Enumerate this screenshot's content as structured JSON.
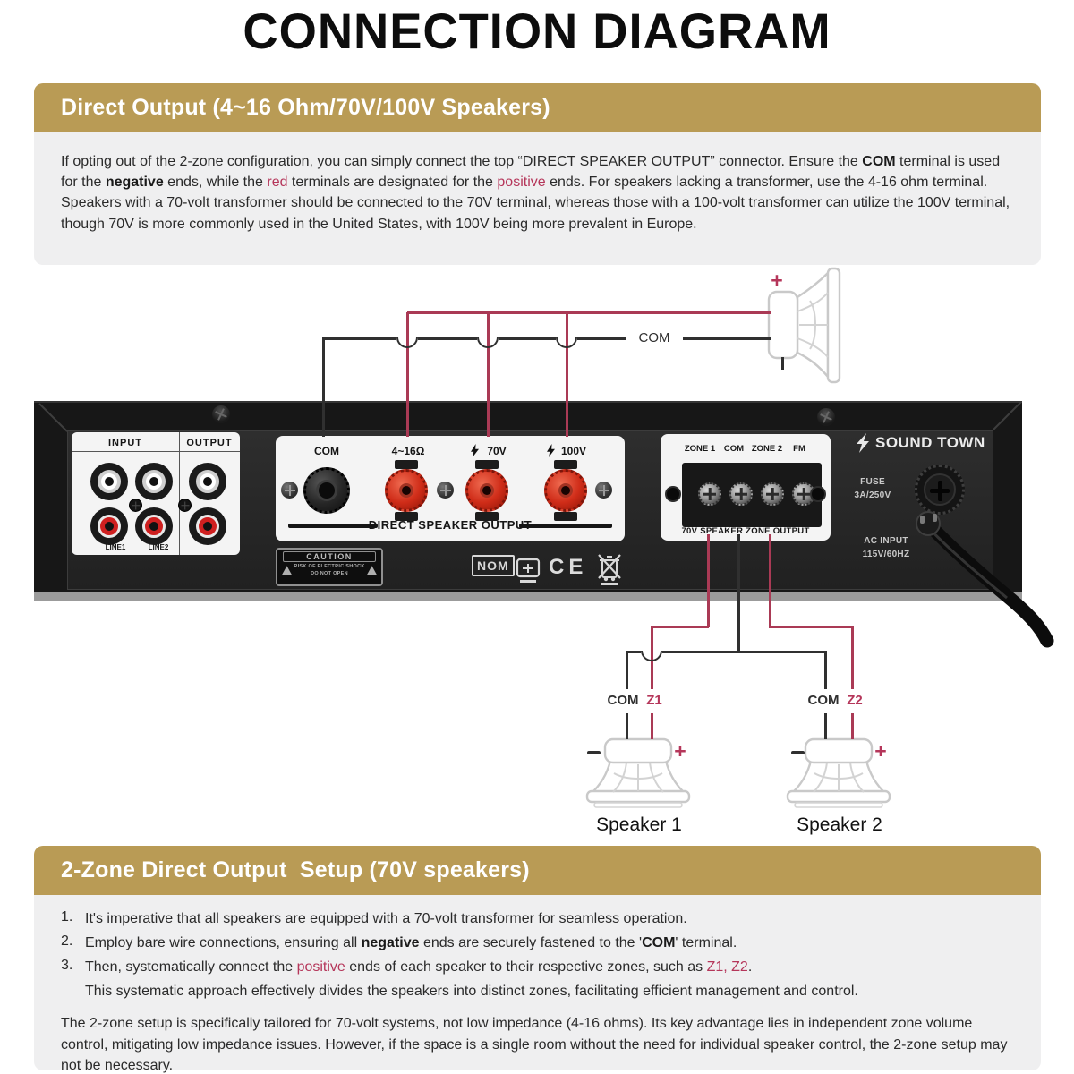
{
  "colors": {
    "gold": "#b99b55",
    "crimson": "#b5365a",
    "wire_red": "#aa3a55",
    "panel": "#171717",
    "gray_card": "#efeff0"
  },
  "page": {
    "title": "CONNECTION DIAGRAM"
  },
  "section1": {
    "banner": "Direct Output (4~16 Ohm/70V/100V Speakers)",
    "paragraph": [
      {
        "t": "If opting out of the 2-zone configuration, you can simply connect the top “DIRECT SPEAKER OUTPUT” connector. Ensure the "
      },
      {
        "t": "COM",
        "b": true
      },
      {
        "t": " terminal is used for the "
      },
      {
        "t": "negative",
        "b": true
      },
      {
        "t": " ends, while the "
      },
      {
        "t": "red",
        "r": true
      },
      {
        "t": " terminals are designated for the "
      },
      {
        "t": "positive",
        "r": true
      },
      {
        "t": " ends. For speakers lacking a transformer, use the 4-16 ohm terminal. Speakers with a 70-volt transformer should be connected to the 70V terminal, whereas those with a 100-volt transformer can utilize the 100V terminal, though 70V is more commonly used in the United States, with 100V being more prevalent in Europe."
      }
    ]
  },
  "diagram": {
    "top": {
      "plus": "+",
      "com_label": "COM"
    },
    "panel": {
      "io": {
        "input": "INPUT",
        "output": "OUTPUT",
        "line1": "LINE1",
        "line2": "LINE2"
      },
      "direct": {
        "com": "COM",
        "ohm": "4~16Ω",
        "v70": "70V",
        "v100": "100V",
        "caption": "DIRECT SPEAKER OUTPUT"
      },
      "zone": {
        "zone1": "ZONE 1",
        "com": "COM",
        "zone2": "ZONE 2",
        "fm": "FM",
        "caption": "70V SPEAKER ZONE OUTPUT"
      },
      "brand": "SOUND TOWN",
      "fuse_line1": "FUSE",
      "fuse_line2": "3A/250V",
      "ac_line1": "AC INPUT",
      "ac_line2": "115V/60HZ",
      "caution": {
        "title": "CAUTION",
        "line1": "RISK OF ELECTRIC SHOCK",
        "line2": "DO NOT OPEN"
      },
      "certs": {
        "nom": "NOM",
        "ce": "CE"
      }
    },
    "zones": {
      "com1": "COM",
      "z1": "Z1",
      "com2": "COM",
      "z2": "Z2",
      "plus1": "+",
      "plus2": "+",
      "speaker1": "Speaker 1",
      "speaker2": "Speaker 2"
    }
  },
  "section2": {
    "banner": "2-Zone Direct Output  Setup (70V speakers)",
    "items": [
      {
        "num": "1.",
        "spans": [
          {
            "t": "It's imperative that all speakers are equipped with a 70-volt transformer for seamless operation."
          }
        ]
      },
      {
        "num": "2.",
        "spans": [
          {
            "t": "Employ bare wire connections, ensuring all "
          },
          {
            "t": "negative",
            "b": true
          },
          {
            "t": " ends are securely fastened to the '"
          },
          {
            "t": "COM",
            "b": true
          },
          {
            "t": "' terminal."
          }
        ]
      },
      {
        "num": "3.",
        "spans": [
          {
            "t": "Then, systematically connect the "
          },
          {
            "t": "positive",
            "r": true
          },
          {
            "t": " ends of each speaker to their respective zones, such as "
          },
          {
            "t": "Z1, Z2",
            "r": true
          },
          {
            "t": "."
          }
        ]
      },
      {
        "num": "",
        "spans": [
          {
            "t": "This systematic approach effectively divides the speakers into distinct zones, facilitating efficient management and control."
          }
        ]
      }
    ],
    "paragraph": [
      {
        "t": "The 2-zone setup is specifically tailored for 70-volt systems, not low impedance (4-16 ohms). Its key advantage lies in independent zone volume control, mitigating low impedance issues. However, if the space is a single room without the need for individual speaker control, the 2-zone setup may not be necessary."
      }
    ]
  }
}
